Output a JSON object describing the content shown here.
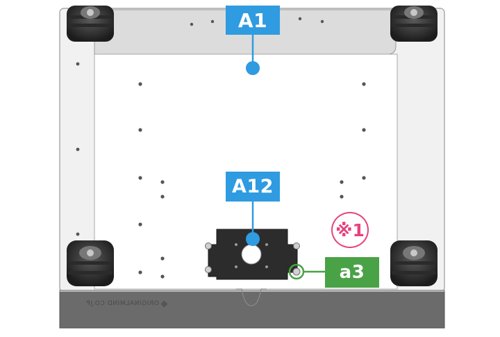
{
  "callouts": {
    "a1": "A1",
    "a12": "A12",
    "a3": "a3",
    "note": "※1"
  },
  "plate_marking": "ORIGINALMIND CO.JP",
  "colors": {
    "callout_blue": "#2f9be0",
    "callout_green": "#4aa246",
    "note_pink": "#e8417d",
    "plate_gray": "#d9d9d9",
    "base_dark": "#6b6b6b"
  }
}
